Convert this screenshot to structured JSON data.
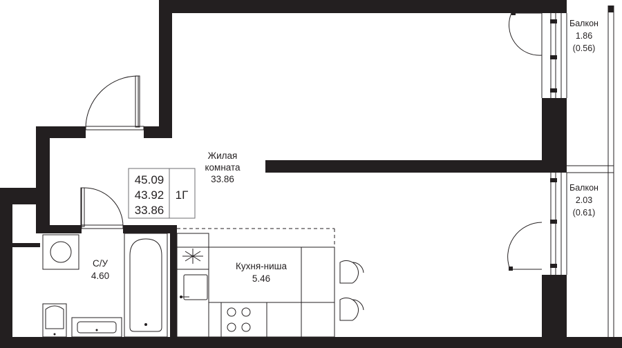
{
  "rooms": {
    "living": {
      "name_line1": "Жилая",
      "name_line2": "комната",
      "area": "33.86"
    },
    "bathroom": {
      "name": "С/У",
      "area": "4.60"
    },
    "kitchen": {
      "name": "Кухня-ниша",
      "area": "5.46"
    },
    "balcony_top": {
      "name": "Балкон",
      "area": "1.86",
      "reduced_area": "(0.56)"
    },
    "balcony_bottom": {
      "name": "Балкон",
      "area": "2.03",
      "reduced_area": "(0.61)"
    }
  },
  "summary": {
    "total_area": "45.09",
    "area_without_balconies": "43.92",
    "living_area": "33.86",
    "apartment_type": "1Г"
  },
  "colors": {
    "wall": "#231f20",
    "background": "#ffffff"
  }
}
